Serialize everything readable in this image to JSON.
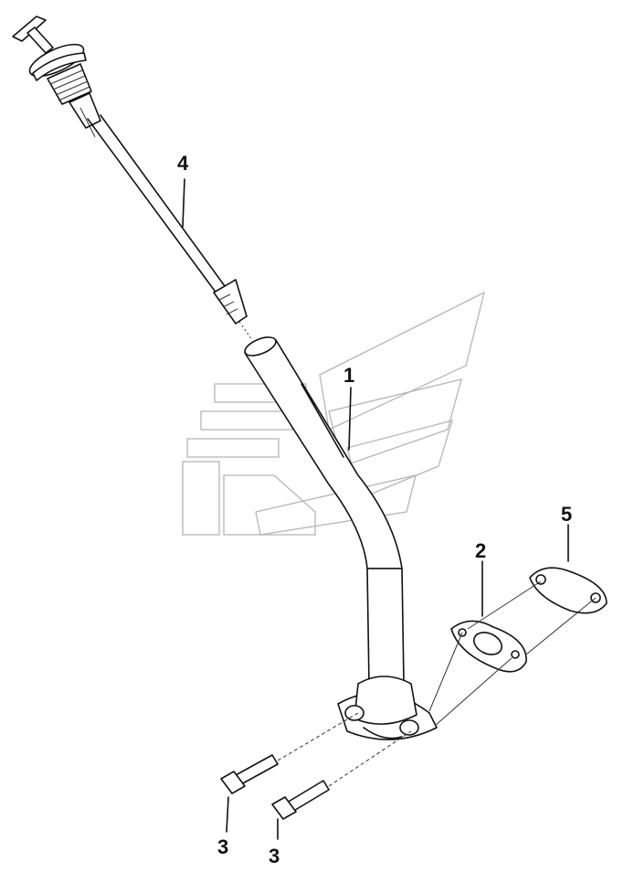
{
  "diagram": {
    "callouts": {
      "p1": "1",
      "p2": "2",
      "p3a": "3",
      "p3b": "3",
      "p4": "4",
      "p5": "5"
    }
  }
}
